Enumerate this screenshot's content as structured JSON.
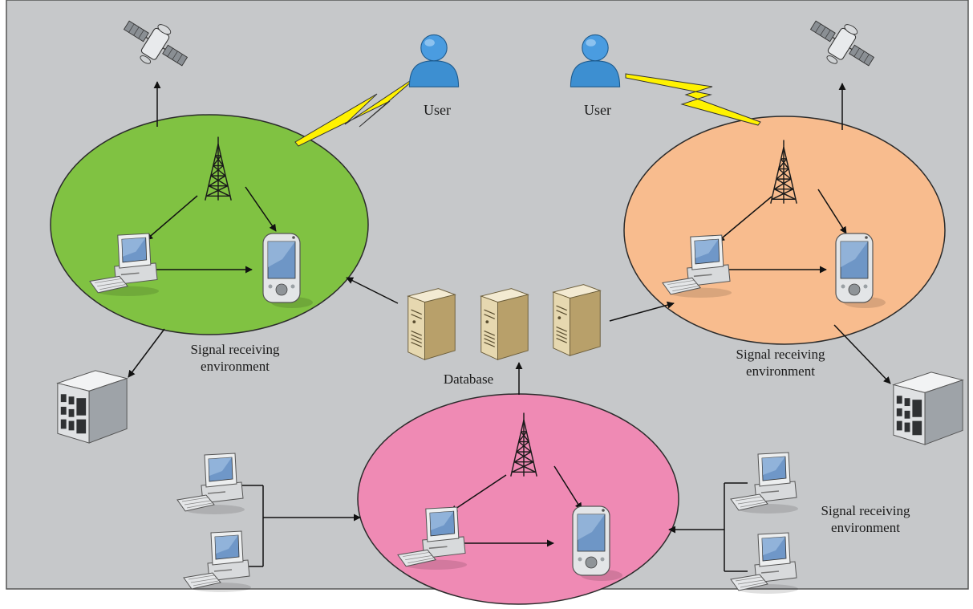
{
  "labels": {
    "user": "User",
    "database": "Database",
    "env_line1": "Signal receiving",
    "env_line2": "environment"
  },
  "colors": {
    "background": "#c6c8ca",
    "zone_left": "#80c242",
    "zone_right": "#f8bc8e",
    "zone_bottom": "#ef8ab4",
    "lightning": "#fff200",
    "user_icon": "#3d8fd1"
  },
  "icons": [
    "satellite-icon",
    "user-icon",
    "lightning-icon",
    "antenna-tower-icon",
    "desktop-computer-icon",
    "pda-device-icon",
    "database-server-icon",
    "storage-cabinet-icon"
  ]
}
